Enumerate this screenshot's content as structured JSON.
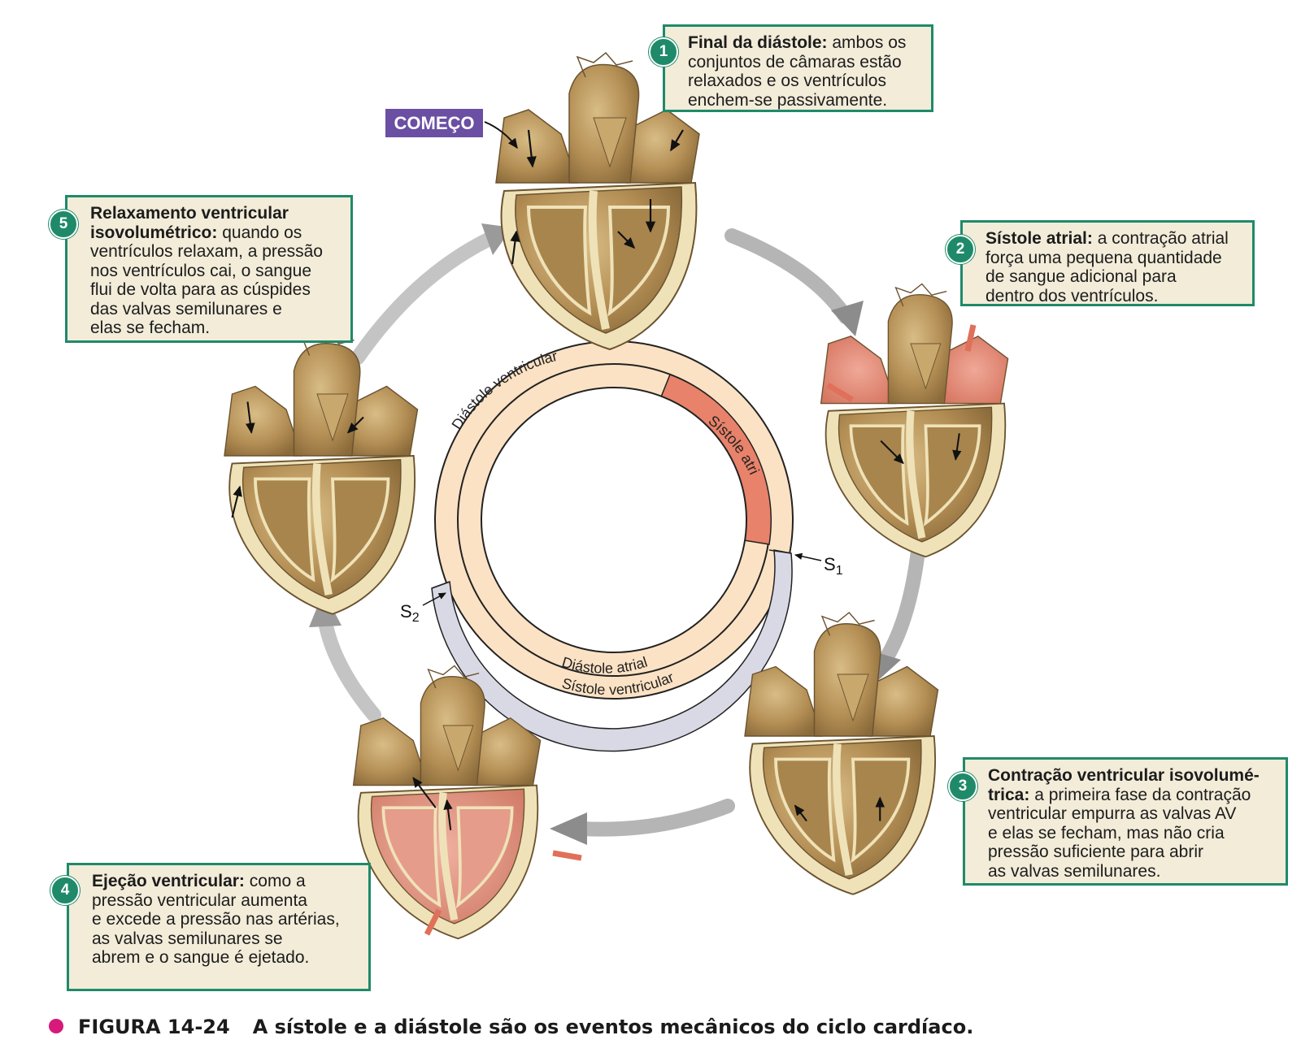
{
  "start_label": "COMEÇO",
  "steps": [
    {
      "num": "1",
      "title": "Final da diástole:",
      "lines": [
        "ambos os",
        "conjuntos de câmaras estão",
        "relaxados e os ventrículos",
        "enchem-se passivamente."
      ]
    },
    {
      "num": "2",
      "title": "Sístole atrial:",
      "lines": [
        "a contração atrial",
        "força uma pequena quantidade",
        "de sangue adicional para",
        "dentro dos ventrículos."
      ]
    },
    {
      "num": "3",
      "title": "Contração ventricular isovolumé-",
      "title2": "trica:",
      "lines": [
        "a primeira fase da contração",
        "ventricular empurra as valvas AV",
        "e elas se fecham, mas não cria",
        "pressão suficiente para abrir",
        "as valvas semilunares."
      ]
    },
    {
      "num": "4",
      "title": "Ejeção ventricular:",
      "lines": [
        "como a",
        "pressão ventricular aumenta",
        "e excede a pressão nas artérias,",
        "as valvas semilunares se",
        "abrem e o sangue é ejetado."
      ]
    },
    {
      "num": "5",
      "title": "Relaxamento ventricular",
      "title2": "isovolumétrico:",
      "lines": [
        "quando os",
        "ventrículos relaxam, a pressão",
        "nos ventrículos cai, o sangue",
        "flui de volta para as cúspides",
        "das valvas semilunares e",
        "elas se fecham."
      ]
    }
  ],
  "cycle": {
    "outer_top": "Diástole ventricular",
    "outer_bottom": "Sístole ventricular",
    "inner_right": "Sístole atrial",
    "inner_bottom": "Diástole atrial",
    "s1_label": "S",
    "s1_sub": "1",
    "s2_label": "S",
    "s2_sub": "2"
  },
  "colors": {
    "box_fill": "#f2ecd9",
    "box_border": "#1f8a6a",
    "badge": "#1f8a6a",
    "start_bg": "#6a4fa3",
    "diastole_fill": "#fce2c4",
    "atrial_systole": "#e8826a",
    "ventricular_systole": "#d9d9e6",
    "heart_tan": "#b7955c",
    "heart_contracting": "#dd8a78",
    "caption_dot": "#d6197a"
  },
  "caption": {
    "figure": "FIGURA 14-24",
    "text": "A sístole e a diástole são os eventos mecânicos do ciclo cardíaco."
  }
}
